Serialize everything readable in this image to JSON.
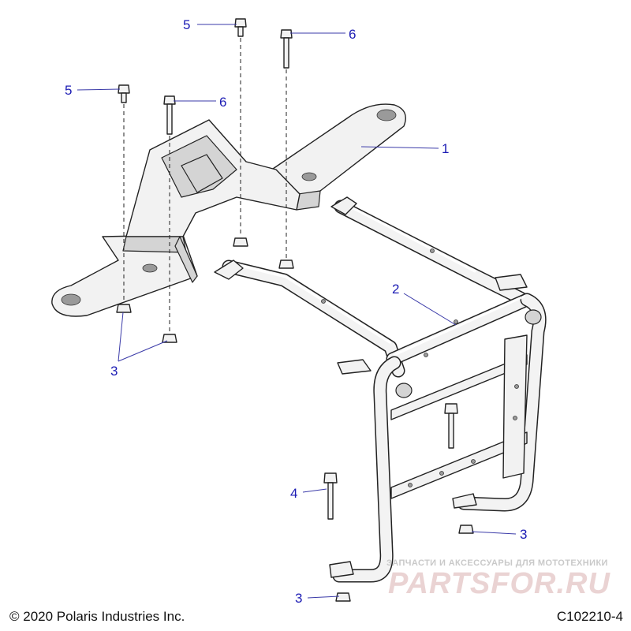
{
  "callouts": [
    {
      "id": "c1",
      "label": "1"
    },
    {
      "id": "c2",
      "label": "2"
    },
    {
      "id": "c3a",
      "label": "3"
    },
    {
      "id": "c3b",
      "label": "3"
    },
    {
      "id": "c3c",
      "label": "3"
    },
    {
      "id": "c4",
      "label": "4"
    },
    {
      "id": "c5a",
      "label": "5"
    },
    {
      "id": "c5b",
      "label": "5"
    },
    {
      "id": "c6a",
      "label": "6"
    },
    {
      "id": "c6b",
      "label": "6"
    }
  ],
  "footer": {
    "copyright": "© 2020 Polaris Industries Inc.",
    "figure_id": "C102210-4"
  },
  "watermark": {
    "tagline": "ЗАПЧАСТИ И АКСЕССУАРЫ ДЛЯ МОТОТЕХНИКИ",
    "brand": "PARTSFOR.RU"
  },
  "colors": {
    "callout": "#1c1cb4",
    "line_art": "#222222"
  }
}
